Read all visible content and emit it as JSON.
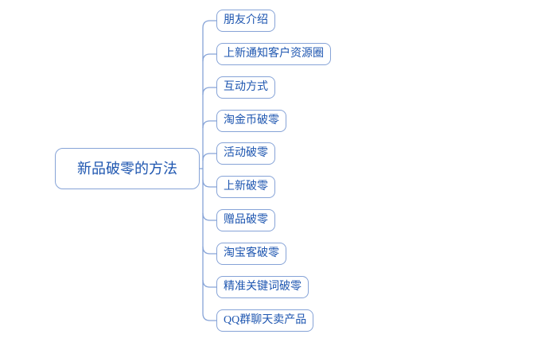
{
  "diagram": {
    "type": "mindmap",
    "root": {
      "label": "新品破零的方法"
    },
    "children": [
      {
        "label": "朋友介绍"
      },
      {
        "label": "上新通知客户资源圈"
      },
      {
        "label": "互动方式"
      },
      {
        "label": "淘金币破零"
      },
      {
        "label": "活动破零"
      },
      {
        "label": "上新破零"
      },
      {
        "label": "赠品破零"
      },
      {
        "label": "淘宝客破零"
      },
      {
        "label": "精准关键词破零"
      },
      {
        "label": "QQ群聊天卖产品"
      }
    ],
    "colors": {
      "text": "#1e56b0",
      "line": "#86a3d7",
      "background": "#ffffff"
    }
  }
}
